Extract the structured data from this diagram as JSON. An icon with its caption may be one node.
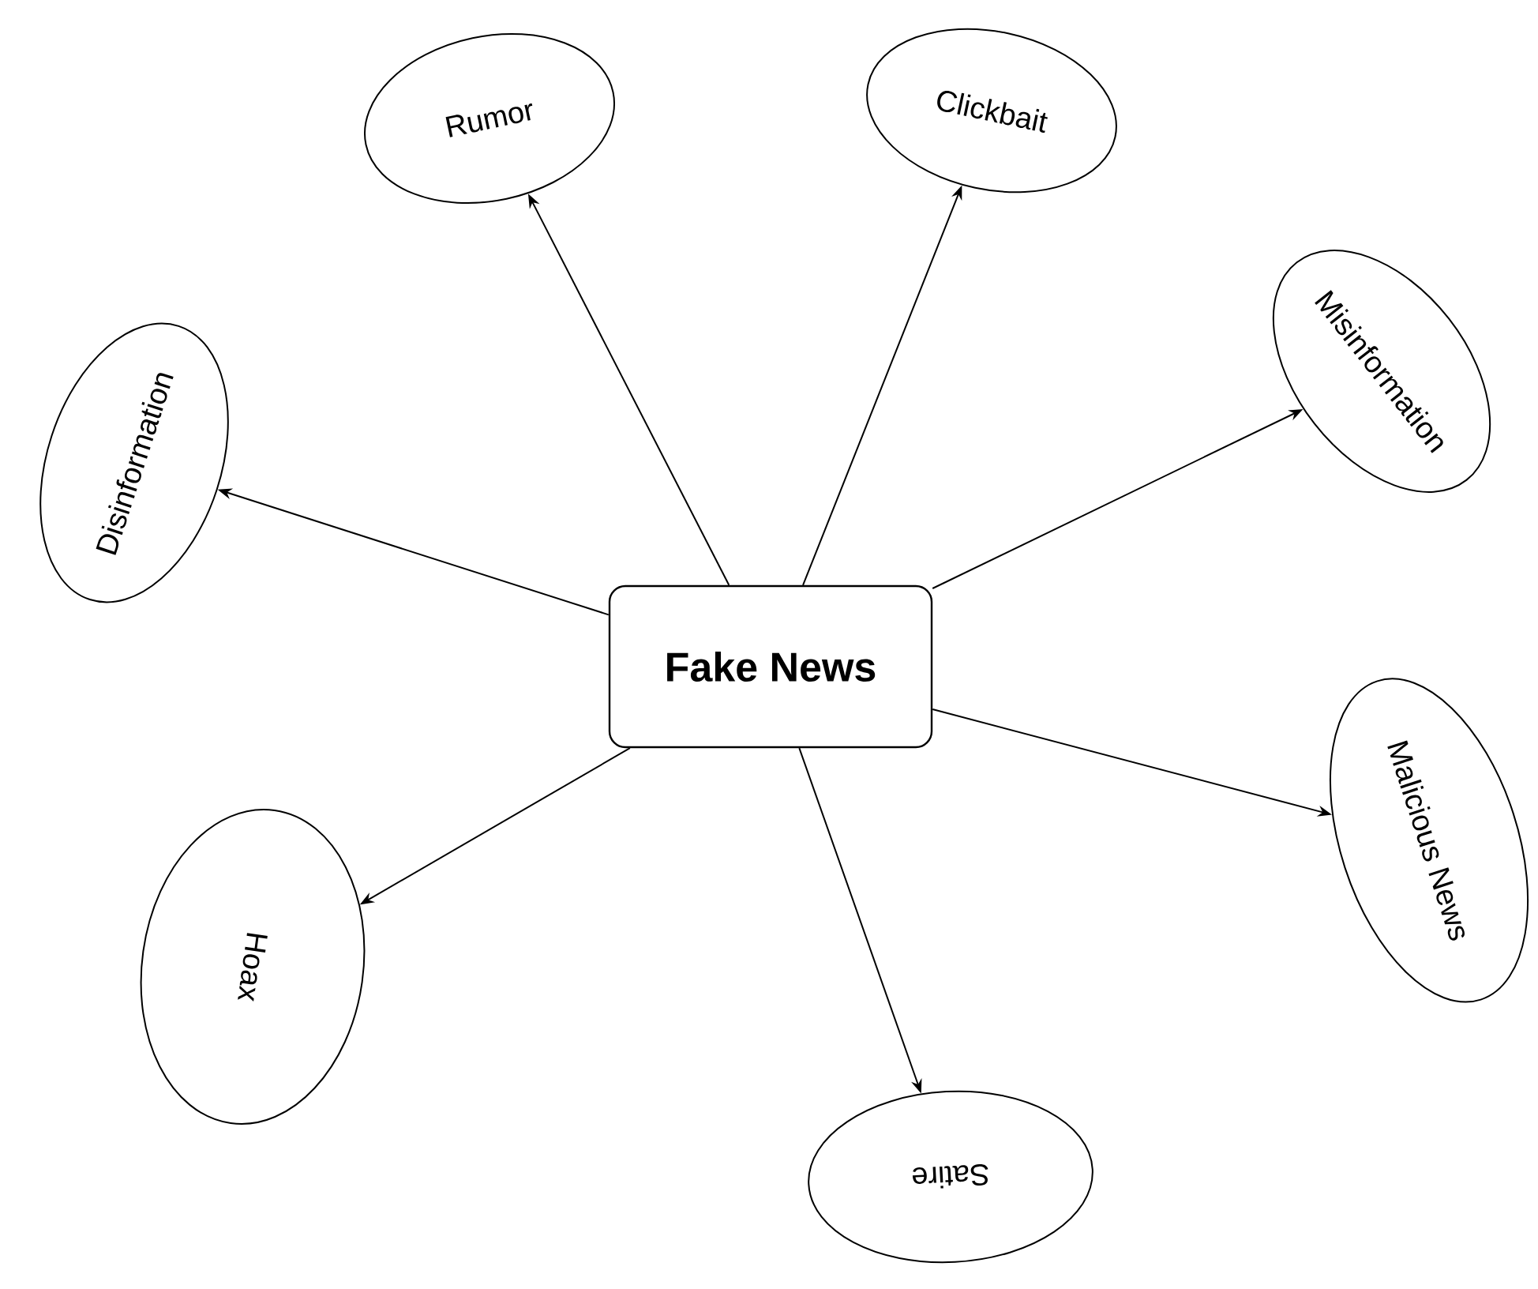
{
  "diagram": {
    "nodes": [
      {
        "text": [
          "Fake News"
        ]
      },
      {
        "text": [
          "Rumor"
        ]
      },
      {
        "text": [
          "Clickbait"
        ]
      },
      {
        "text": [
          "Misinformation"
        ]
      },
      {
        "text": [
          "Disinformation"
        ]
      },
      {
        "text": [
          "Malicious News"
        ]
      },
      {
        "text": [
          "Hoax"
        ]
      },
      {
        "text": [
          "Satire"
        ]
      }
    ],
    "edges": [
      {
        "from": 0,
        "to": 1,
        "arrow": "to"
      },
      {
        "from": 0,
        "to": 2,
        "arrow": "to"
      },
      {
        "from": 0,
        "to": 3,
        "arrow": "to"
      },
      {
        "from": 0,
        "to": 4,
        "arrow": "to"
      },
      {
        "from": 0,
        "to": 5,
        "arrow": "to"
      },
      {
        "from": 0,
        "to": 6,
        "arrow": "to"
      },
      {
        "from": 0,
        "to": 7,
        "arrow": "to"
      }
    ]
  }
}
